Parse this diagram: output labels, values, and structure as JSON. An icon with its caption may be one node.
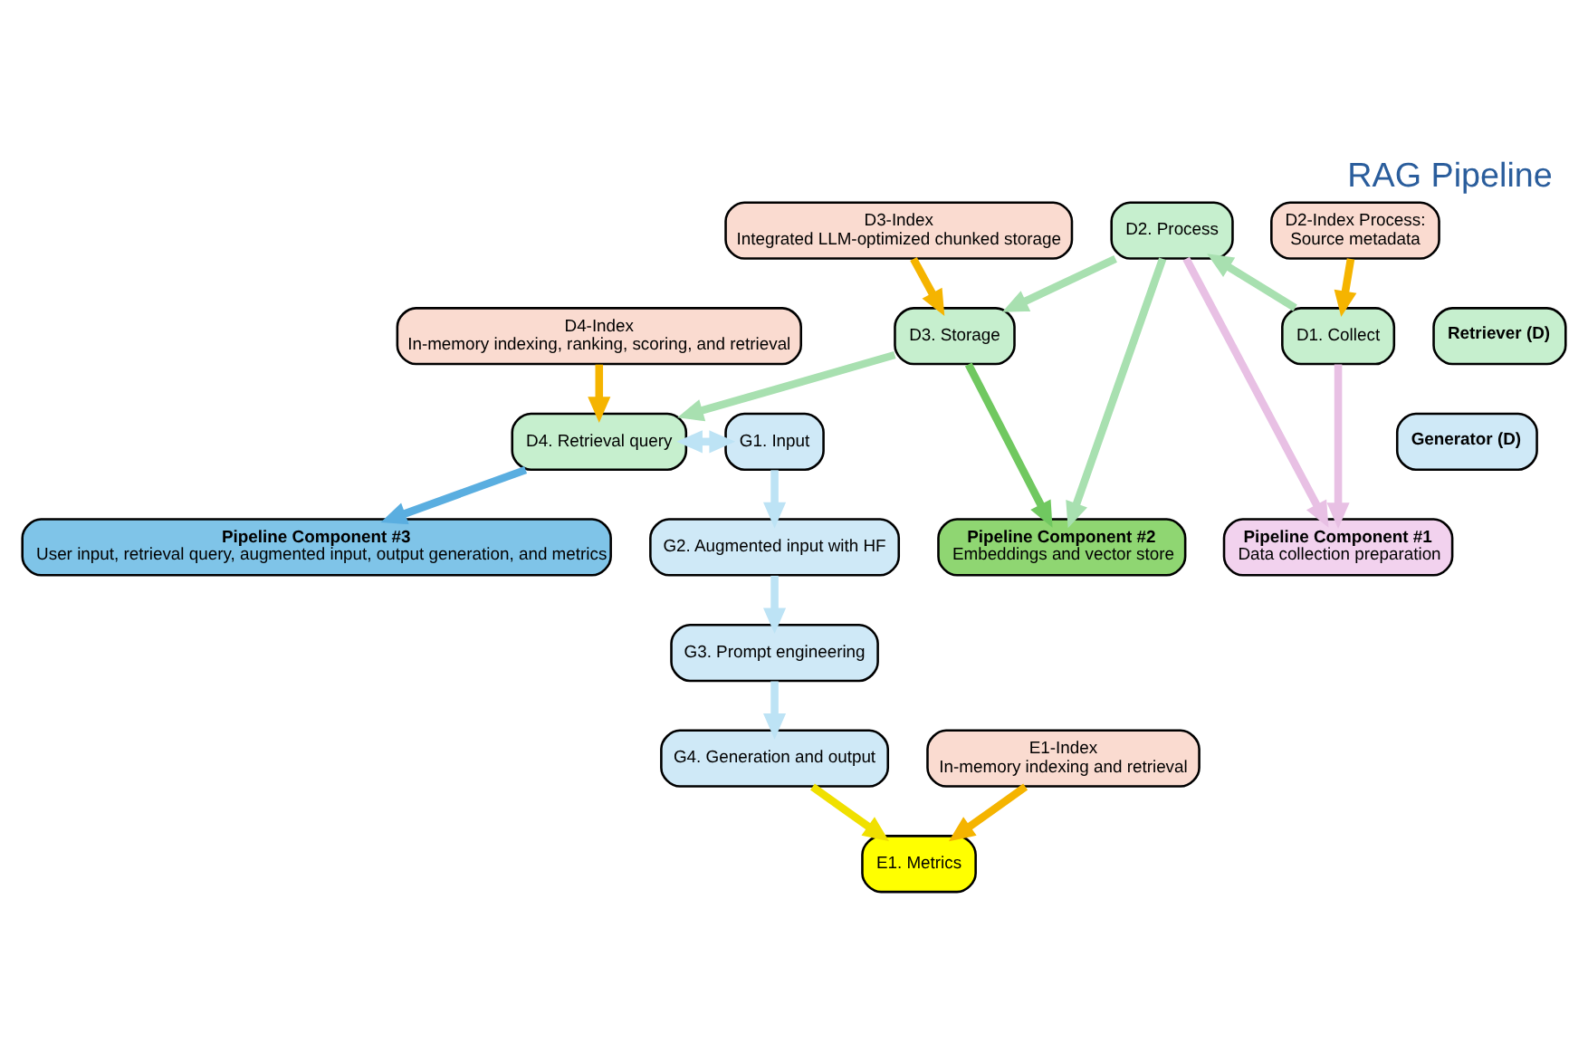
{
  "diagram": {
    "title": "RAG Pipeline",
    "nodes": [
      {
        "text": [
          "D2-Index Process:",
          "Source metadata"
        ]
      },
      {
        "text": [
          "D1. Collect"
        ]
      },
      {
        "text": [
          "D2. Process"
        ]
      },
      {
        "text": [
          "D3. Storage"
        ]
      },
      {
        "text": [
          "Retriever (D)"
        ]
      },
      {
        "text": [
          "D4-Index",
          "In-memory indexing, ranking, scoring, and retrieval"
        ]
      },
      {
        "text": [
          "D3-Index",
          "Integrated LLM-optimized chunked storage"
        ]
      },
      {
        "text": [
          "D4. Retrieval query"
        ]
      },
      {
        "text": [
          "G1. Input"
        ]
      },
      {
        "text": [
          "Generator (D)"
        ]
      },
      {
        "text": [
          "G2. Augmented input with HF"
        ]
      },
      {
        "text": [
          "G3. Prompt engineering"
        ]
      },
      {
        "text": [
          "Pipeline Component #2",
          "Embeddings and vector store"
        ]
      },
      {
        "text": [
          "Pipeline Component #3",
          "User input, retrieval query, augmented input, output generation, and metrics"
        ]
      },
      {
        "text": [
          "G4. Generation and output"
        ]
      },
      {
        "text": [
          "Pipeline Component #1",
          "Data collection preparation"
        ]
      },
      {
        "text": [
          "E1. Metrics"
        ]
      },
      {
        "text": [
          "E1-Index",
          "In-memory indexing and retrieval"
        ]
      }
    ],
    "edges": [
      {
        "from": 0,
        "to": 1,
        "arrow": "to",
        "color": "#f5b400"
      },
      {
        "from": 1,
        "to": 2,
        "arrow": "to",
        "color": "#a8e0b0"
      },
      {
        "from": 6,
        "to": 3,
        "arrow": "to",
        "color": "#f5b400"
      },
      {
        "from": 2,
        "to": 3,
        "arrow": "to",
        "color": "#a8e0b0"
      },
      {
        "from": 3,
        "to": 7,
        "arrow": "to",
        "color": "#a8e0b0"
      },
      {
        "from": 5,
        "to": 7,
        "arrow": "to",
        "color": "#f5b400"
      },
      {
        "from": 7,
        "to": 8,
        "arrow": "both",
        "color": "#bde3f5"
      },
      {
        "from": 8,
        "to": 10,
        "arrow": "to",
        "color": "#bde3f5"
      },
      {
        "from": 10,
        "to": 11,
        "arrow": "to",
        "color": "#bde3f5"
      },
      {
        "from": 11,
        "to": 14,
        "arrow": "to",
        "color": "#bde3f5"
      },
      {
        "from": 14,
        "to": 16,
        "arrow": "to",
        "color": "#f0e000"
      },
      {
        "from": 17,
        "to": 16,
        "arrow": "to",
        "color": "#f5b400"
      },
      {
        "from": 1,
        "to": 15,
        "arrow": "to",
        "color": "#e8c0e4"
      },
      {
        "from": 2,
        "to": 15,
        "arrow": "to",
        "color": "#e8c0e4"
      },
      {
        "from": 2,
        "to": 12,
        "arrow": "to",
        "color": "#a8e0b0"
      },
      {
        "from": 3,
        "to": 12,
        "arrow": "to",
        "color": "#70c860"
      },
      {
        "from": 7,
        "to": 13,
        "arrow": "to",
        "color": "#5aaee0"
      }
    ]
  }
}
